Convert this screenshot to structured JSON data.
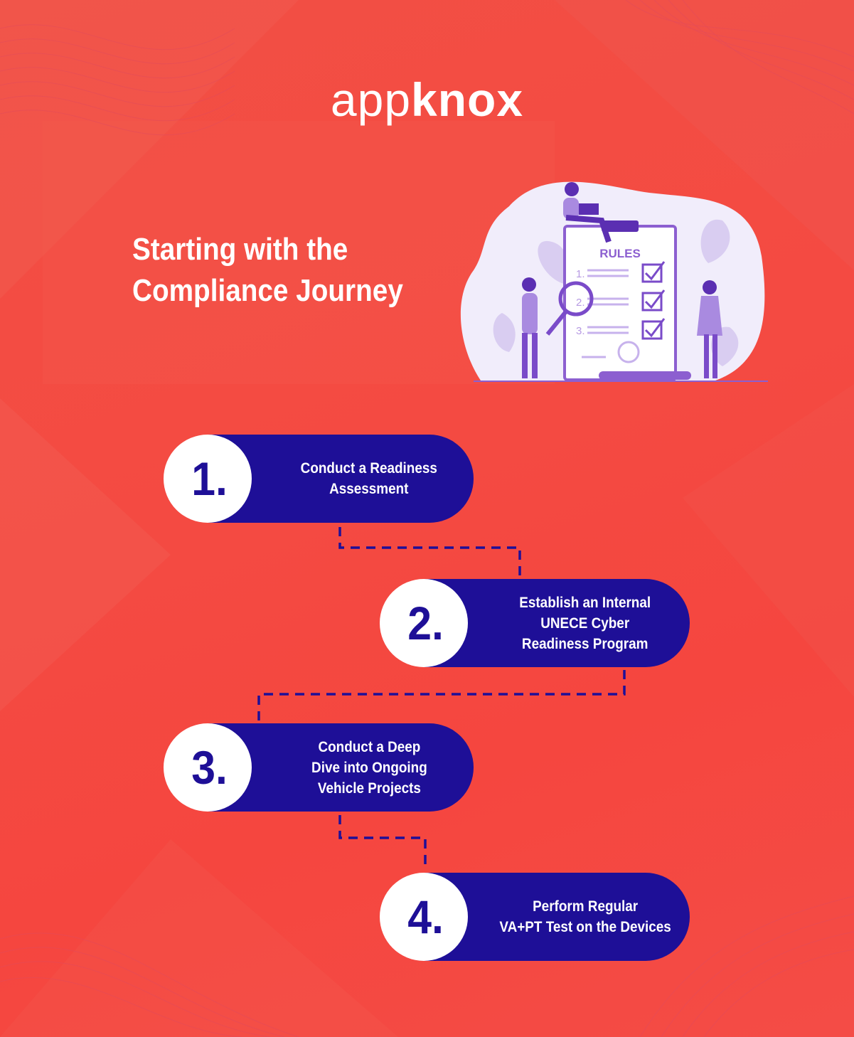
{
  "brand": {
    "logo_light": "app",
    "logo_bold": "knox"
  },
  "heading": {
    "line1": "Starting with the",
    "line2": "Compliance Journey"
  },
  "illustration": {
    "board_label": "RULES",
    "rows": [
      "1.",
      "2.",
      "3."
    ]
  },
  "steps": [
    {
      "number": "1.",
      "lines": [
        "Conduct a Readiness",
        "Assessment"
      ]
    },
    {
      "number": "2.",
      "lines": [
        "Establish an Internal",
        "UNECE Cyber",
        "Readiness Program"
      ]
    },
    {
      "number": "3.",
      "lines": [
        "Conduct a Deep",
        "Dive into Ongoing",
        "Vehicle Projects"
      ]
    },
    {
      "number": "4.",
      "lines": [
        "Perform Regular",
        "VA+PT Test on the Devices"
      ]
    }
  ],
  "colors": {
    "background": "#f24f44",
    "pill": "#1e0f97",
    "circle": "#ffffff",
    "illustration_accent": "#8c5fd0"
  }
}
